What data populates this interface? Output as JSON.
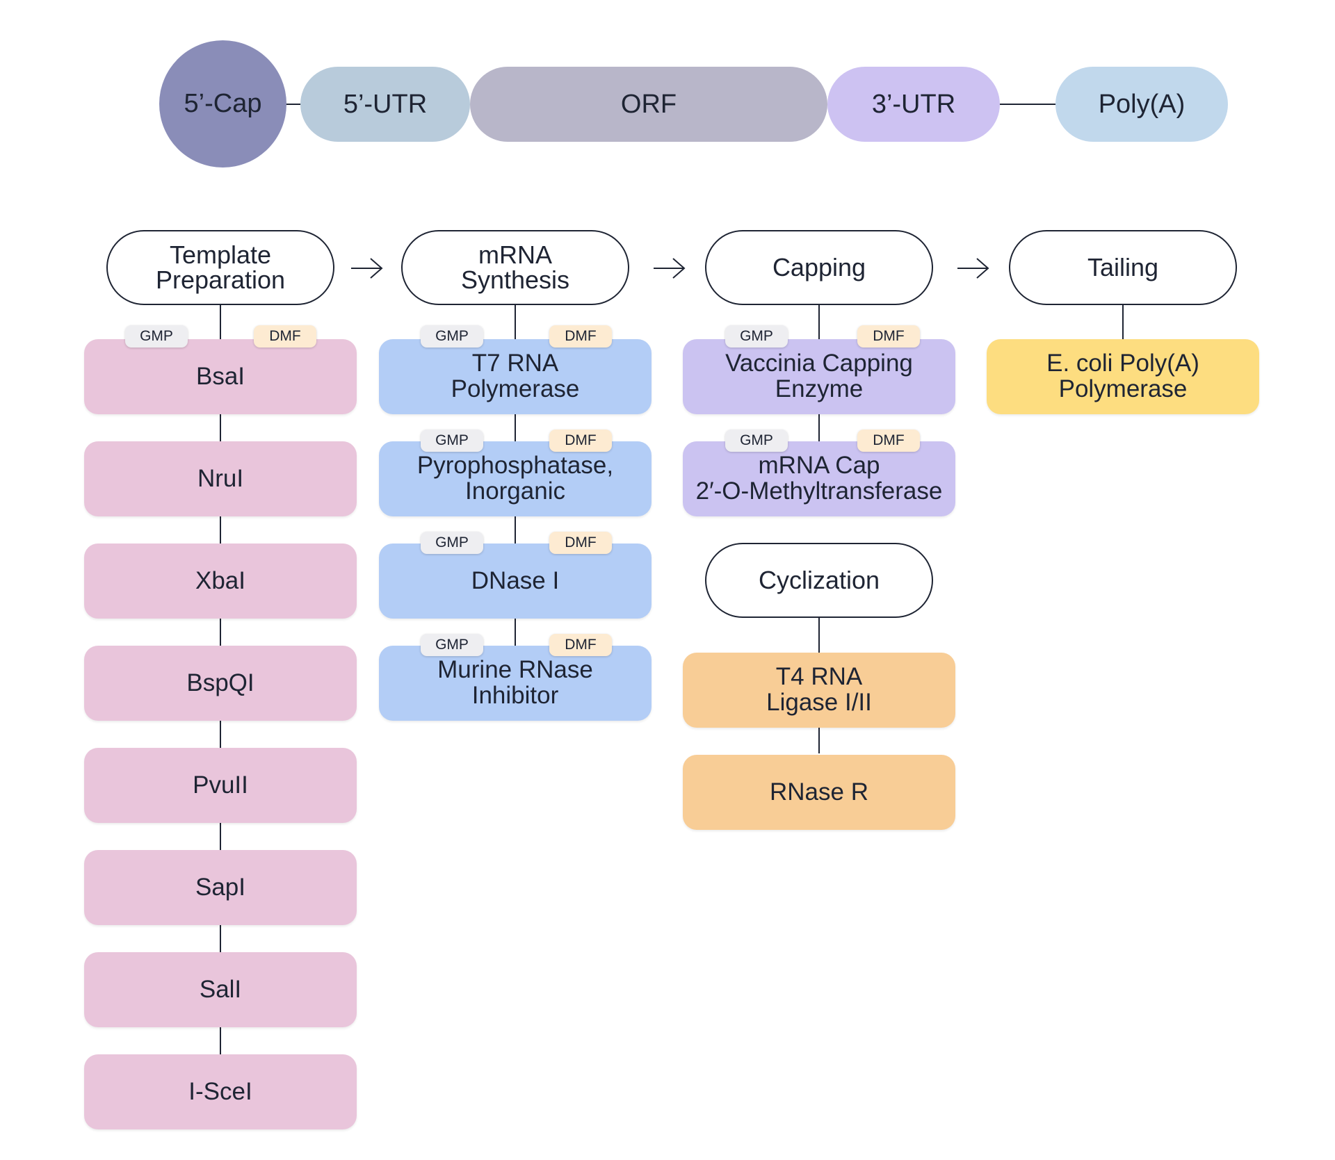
{
  "mrna_structure": {
    "five_cap": {
      "label": "5’-Cap",
      "color": "#8a8db8"
    },
    "five_utr": {
      "label": "5’-UTR",
      "color": "#b8cbdb"
    },
    "orf": {
      "label": "ORF",
      "color": "#b8b6c9"
    },
    "three_utr": {
      "label": "3’-UTR",
      "color": "#cdc2f2"
    },
    "poly_a": {
      "label": "Poly(A)",
      "color": "#c1d8ec"
    }
  },
  "badges": {
    "gmp": "GMP",
    "dmf": "DMF"
  },
  "workflow": {
    "template_preparation": {
      "title": "Template\nPreparation",
      "color": "#e9c5db",
      "enzymes": [
        "BsaI",
        "NruI",
        "XbaI",
        "BspQI",
        "PvuII",
        "SapI",
        "SalI",
        "I-SceI"
      ]
    },
    "mrna_synthesis": {
      "title": "mRNA\nSynthesis",
      "color": "#b3cdf6",
      "enzymes": [
        "T7 RNA\nPolymerase",
        "Pyrophosphatase,\nInorganic",
        "DNase I",
        "Murine RNase\nInhibitor"
      ]
    },
    "capping": {
      "title": "Capping",
      "color": "#cbc3f1",
      "enzymes": [
        "Vaccinia Capping\nEnzyme",
        "mRNA Cap\n2′-O-Methyltransferase"
      ]
    },
    "tailing": {
      "title": "Tailing",
      "color": "#fddd80",
      "enzymes": [
        "E. coli Poly(A)\nPolymerase"
      ]
    },
    "cyclization": {
      "title": "Cyclization",
      "color": "#f8cd96",
      "enzymes": [
        "T4 RNA\nLigase I/II",
        "RNase R"
      ]
    }
  }
}
